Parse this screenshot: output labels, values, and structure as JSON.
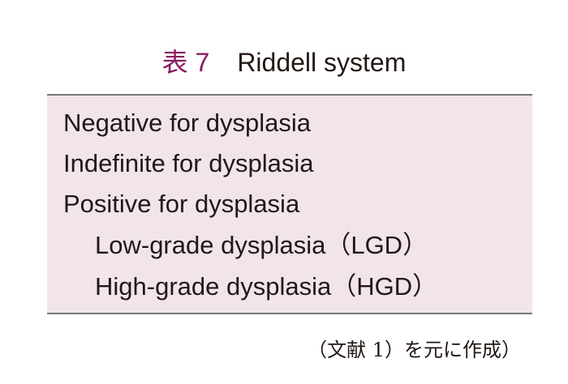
{
  "title": {
    "number": "表 7",
    "text": "Riddell system"
  },
  "rows": [
    "Negative for dysplasia",
    "Indefinite for dysplasia",
    "Positive for dysplasia",
    "Low-grade dysplasia（LGD）",
    "High-grade dysplasia（HGD）"
  ],
  "footnote": "（文献 1）を元に作成）"
}
